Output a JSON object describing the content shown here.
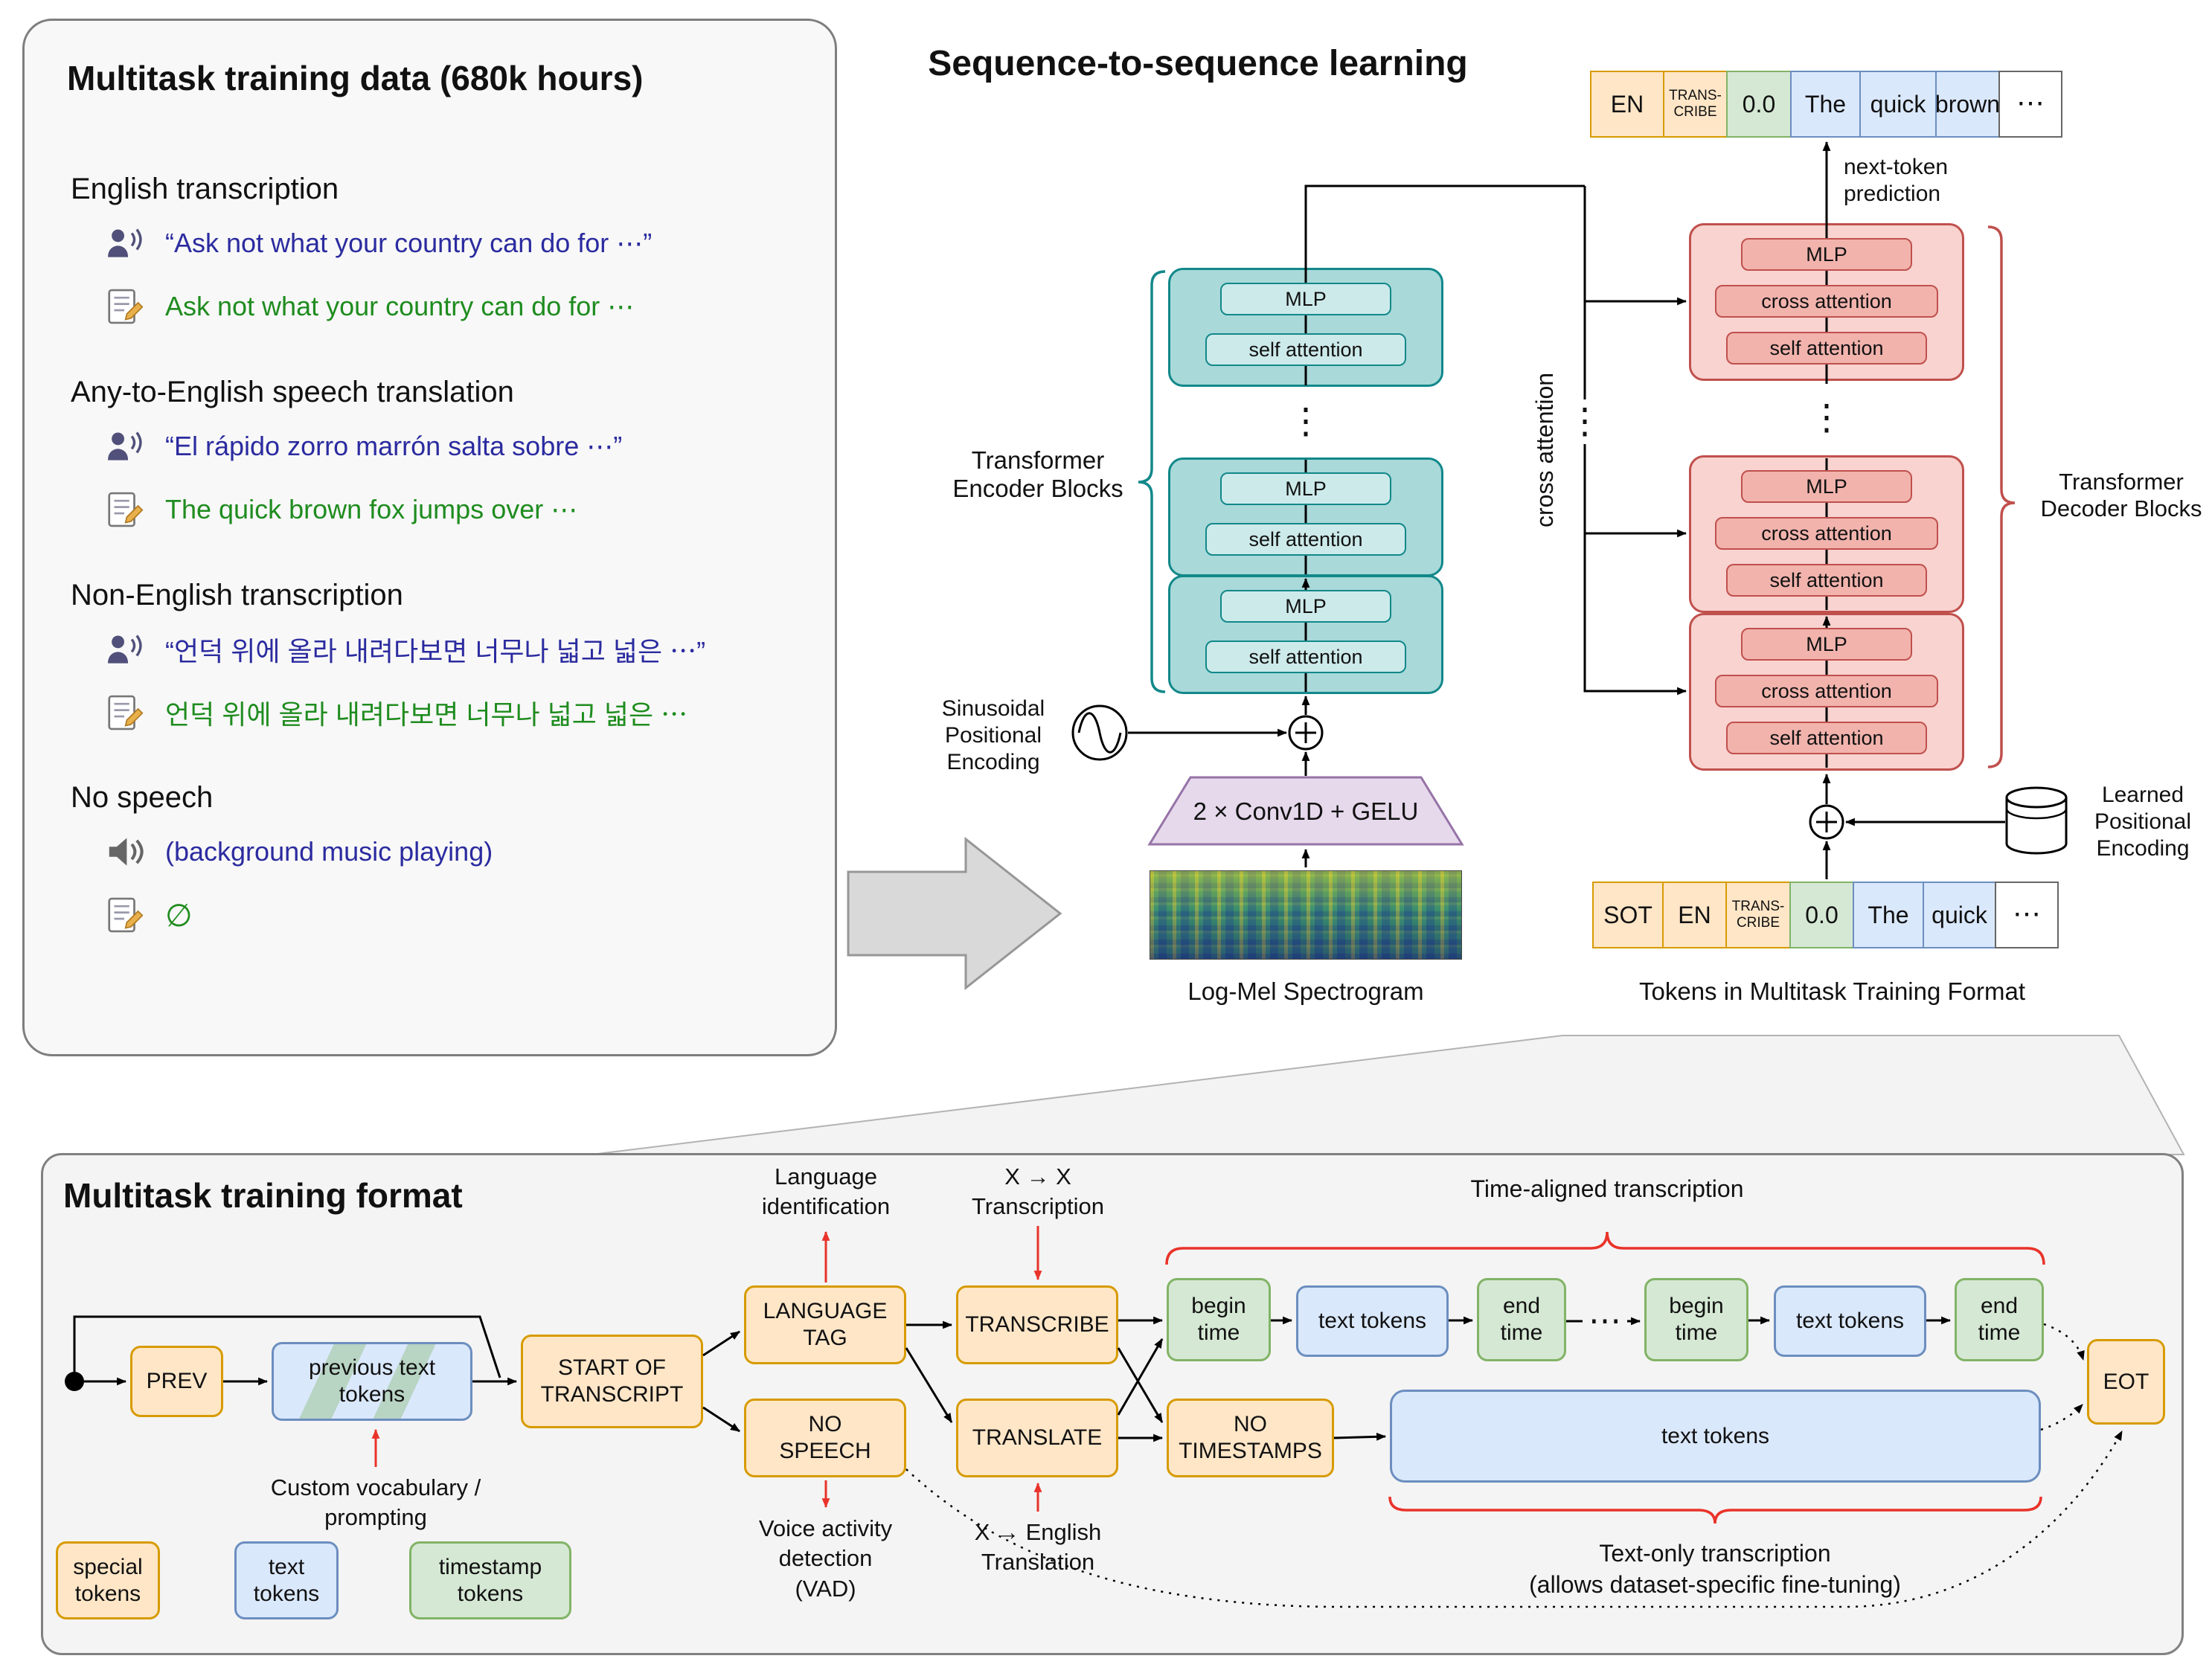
{
  "colors": {
    "special_fill": "#ffe6c7",
    "special_border": "#d79b00",
    "text_fill": "#dae8fc",
    "text_border": "#6c8ebf",
    "timestamp_fill": "#d5e8d4",
    "timestamp_border": "#82b366",
    "encoder_fill": "#a9d9d9",
    "encoder_border": "#12888a",
    "decoder_fill": "#f8d3d0",
    "decoder_border": "#c0504d",
    "annotation_red": "#e9332a",
    "speech_text_blue": "#2b2ba0",
    "transcript_text_green": "#1f8c1f"
  },
  "left_panel": {
    "title": "Multitask training data (680k hours)",
    "sections": [
      {
        "heading": "English transcription",
        "audio": "“Ask not what your country can do for ⋯”",
        "text": "Ask not what your country can do for ⋯"
      },
      {
        "heading": "Any-to-English speech translation",
        "audio": "“El rápido zorro marrón salta sobre ⋯”",
        "text": "The quick brown fox jumps over ⋯"
      },
      {
        "heading": "Non-English transcription",
        "audio": "“언덕 위에 올라 내려다보면 너무나 넓고 넓은 ⋯”",
        "text": "언덕 위에 올라 내려다보면 너무나 넓고 넓은 ⋯"
      },
      {
        "heading": "No speech",
        "audio": "(background music playing)",
        "text": "∅"
      }
    ]
  },
  "seq2seq": {
    "title": "Sequence-to-sequence learning",
    "next_token": "next-token prediction",
    "encoder_blocks_label": "Transformer Encoder Blocks",
    "decoder_blocks_label": "Transformer Decoder Blocks",
    "cross_attention_rot": "cross attention",
    "mlp": "MLP",
    "self_attention": "self attention",
    "cross_attention": "cross attention",
    "sinusoidal": "Sinusoidal Positional Encoding",
    "learned": "Learned Positional Encoding",
    "conv": "2 × Conv1D + GELU",
    "spectrogram": "Log-Mel Spectrogram",
    "tokens_caption": "Tokens in Multitask Training Format",
    "top_tokens": [
      "EN",
      "TRANS-CRIBE",
      "0.0",
      "The",
      "quick",
      "brown",
      "⋯"
    ],
    "bottom_tokens": [
      "SOT",
      "EN",
      "TRANS-CRIBE",
      "0.0",
      "The",
      "quick",
      "⋯"
    ],
    "vdots": "⋮"
  },
  "format": {
    "title": "Multitask training format",
    "prev": "PREV",
    "prev_tokens": "previous text tokens",
    "sot": "START OF TRANSCRIPT",
    "language_tag": "LANGUAGE TAG",
    "no_speech": "NO SPEECH",
    "transcribe": "TRANSCRIBE",
    "translate": "TRANSLATE",
    "begin_time": "begin time",
    "text_tokens": "text tokens",
    "end_time": "end time",
    "hdots": "⋯",
    "no_timestamps": "NO TIMESTAMPS",
    "eot": "EOT",
    "ann_language_id": "Language identification",
    "ann_xx": "X → X Transcription",
    "ann_time_aligned": "Time-aligned transcription",
    "ann_custom_vocab": "Custom vocabulary / prompting",
    "ann_vad": "Voice activity detection (VAD)",
    "ann_x_english": "X → English Translation",
    "ann_text_only_1": "Text-only transcription",
    "ann_text_only_2": "(allows dataset-specific fine-tuning)",
    "legend": [
      {
        "label": "special tokens"
      },
      {
        "label": "text tokens"
      },
      {
        "label": "timestamp tokens"
      }
    ]
  }
}
